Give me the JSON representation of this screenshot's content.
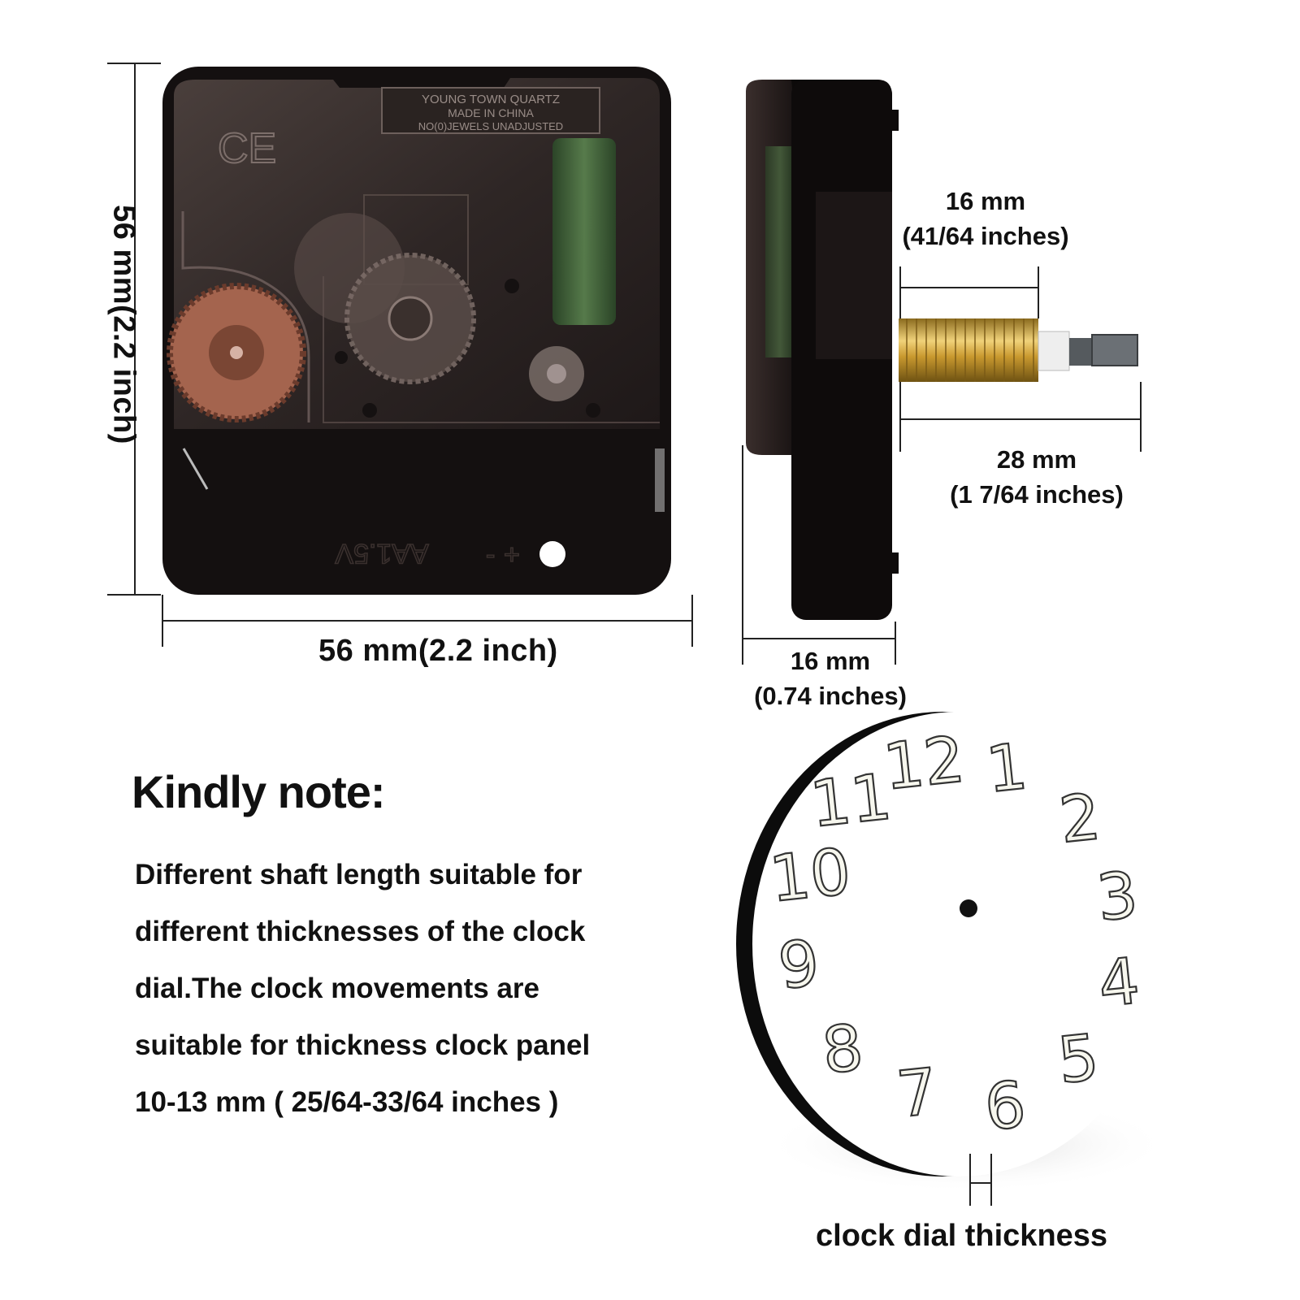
{
  "front_view": {
    "height_label": "56 mm(2.2 inch)",
    "width_label": "56 mm(2.2 inch)",
    "brand_plate": [
      "YOUNG TOWN QUARTZ",
      "MADE IN CHINA",
      "NO(0)JEWELS UNADJUSTED"
    ],
    "ce_mark": "CE",
    "battery_marking": "AA1.5V",
    "battery_minus": "-",
    "battery_plus": "+"
  },
  "side_view": {
    "shaft_thread_label": "16 mm",
    "shaft_thread_sub": "(41/64 inches)",
    "shaft_total_label": "28 mm",
    "shaft_total_sub": "(1 7/64 inches)",
    "body_depth_label": "16 mm",
    "body_depth_sub": "(0.74 inches)"
  },
  "note": {
    "title": "Kindly note:",
    "lines": [
      "Different shaft length suitable for",
      "different thicknesses of the clock",
      "dial.The clock movements are",
      "suitable for thickness clock panel",
      "10-13 mm ( 25/64-33/64 inches )"
    ]
  },
  "dial": {
    "numerals": [
      "12",
      "1",
      "2",
      "3",
      "4",
      "5",
      "6",
      "7",
      "8",
      "9",
      "10",
      "11"
    ],
    "thickness_label": "clock dial thickness"
  },
  "colors": {
    "movement_body": "#1c1616",
    "casing_translucent": "#3a302e",
    "coil_green": "#3f6a3a",
    "thread_gold": "#d2a83f",
    "gear_copper": "#a4644e"
  }
}
